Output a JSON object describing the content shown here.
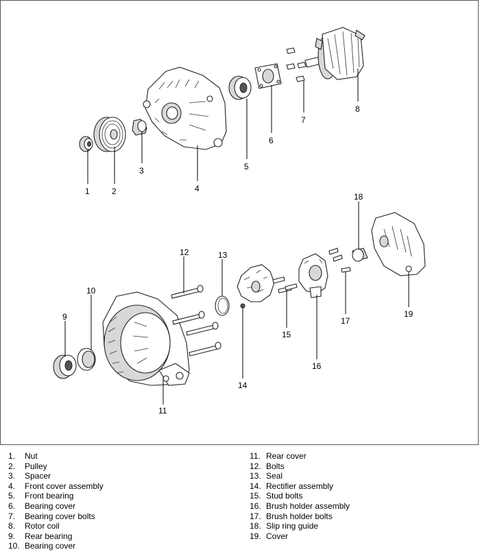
{
  "diagram": {
    "callouts": [
      "1",
      "2",
      "3",
      "4",
      "5",
      "6",
      "7",
      "8",
      "9",
      "10",
      "11",
      "12",
      "13",
      "14",
      "15",
      "16",
      "17",
      "18",
      "19"
    ]
  },
  "legend": {
    "left": [
      {
        "num": "1.",
        "label": "Nut"
      },
      {
        "num": "2.",
        "label": "Pulley"
      },
      {
        "num": "3.",
        "label": "Spacer"
      },
      {
        "num": "4.",
        "label": "Front cover assembly"
      },
      {
        "num": "5.",
        "label": "Front bearing"
      },
      {
        "num": "6.",
        "label": "Bearing cover"
      },
      {
        "num": "7.",
        "label": "Bearing cover bolts"
      },
      {
        "num": "8.",
        "label": "Rotor coil"
      },
      {
        "num": "9.",
        "label": "Rear bearing"
      },
      {
        "num": "10.",
        "label": "Bearing cover"
      }
    ],
    "right": [
      {
        "num": "11.",
        "label": "Rear cover"
      },
      {
        "num": "12.",
        "label": "Bolts"
      },
      {
        "num": "13.",
        "label": "Seal"
      },
      {
        "num": "14.",
        "label": "Rectifier assembly"
      },
      {
        "num": "15.",
        "label": "Stud bolts"
      },
      {
        "num": "16.",
        "label": "Brush holder assembly"
      },
      {
        "num": "17.",
        "label": "Brush holder bolts"
      },
      {
        "num": "18.",
        "label": "Slip ring guide"
      },
      {
        "num": "19.",
        "label": "Cover"
      }
    ]
  }
}
